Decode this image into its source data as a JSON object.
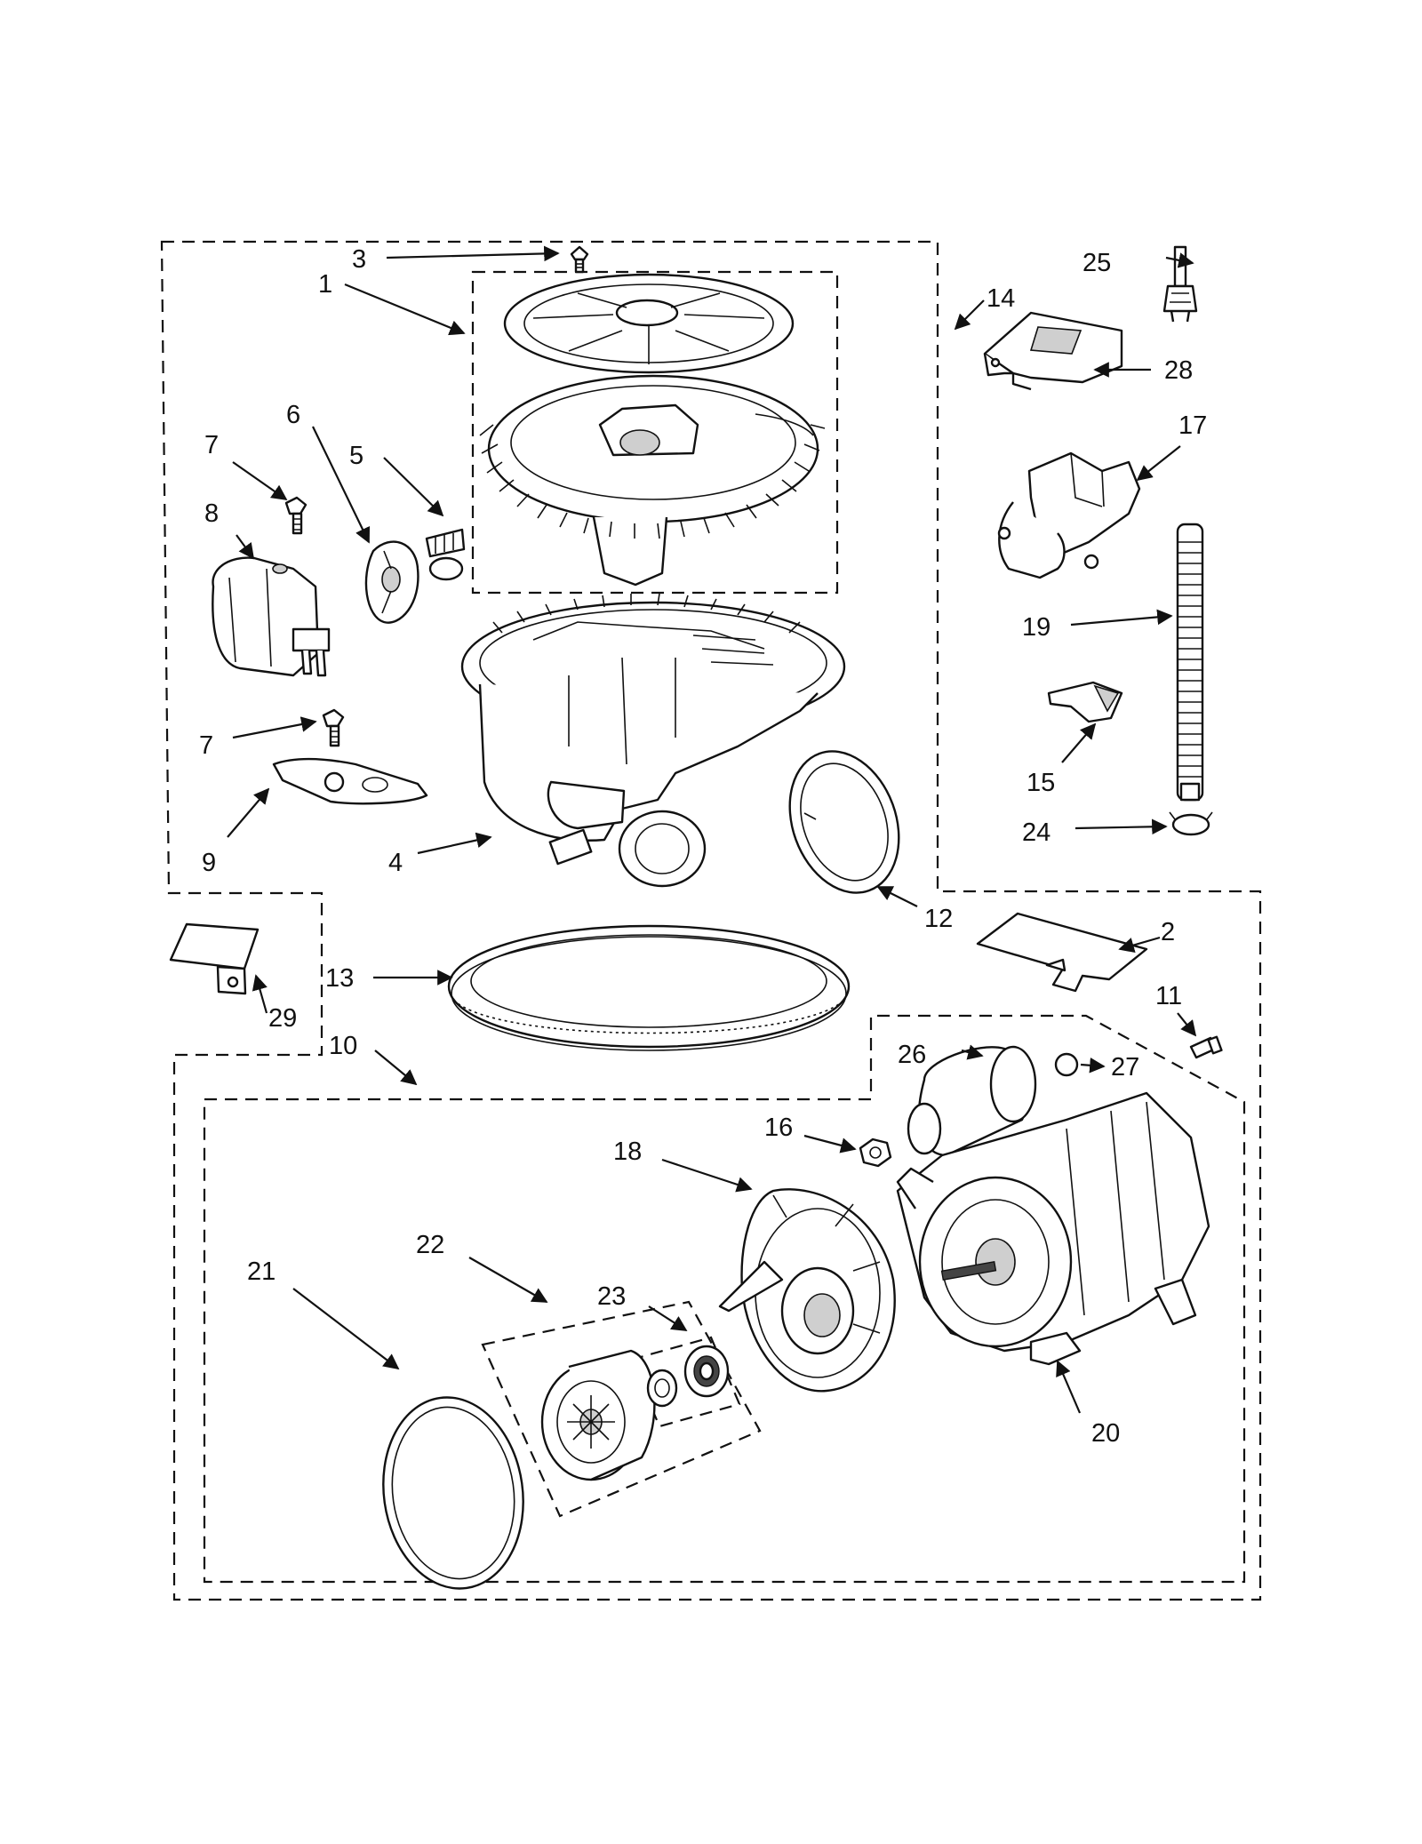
{
  "diagram": {
    "callouts": {
      "c1": "1",
      "c2": "2",
      "c3": "3",
      "c4": "4",
      "c5": "5",
      "c6": "6",
      "c7a": "7",
      "c7b": "7",
      "c8": "8",
      "c9": "9",
      "c10": "10",
      "c11": "11",
      "c12": "12",
      "c13": "13",
      "c14": "14",
      "c15": "15",
      "c16": "16",
      "c17": "17",
      "c18": "18",
      "c19": "19",
      "c20": "20",
      "c21": "21",
      "c22": "22",
      "c23": "23",
      "c24": "24",
      "c25": "25",
      "c26": "26",
      "c27": "27",
      "c28": "28",
      "c29": "29"
    }
  }
}
